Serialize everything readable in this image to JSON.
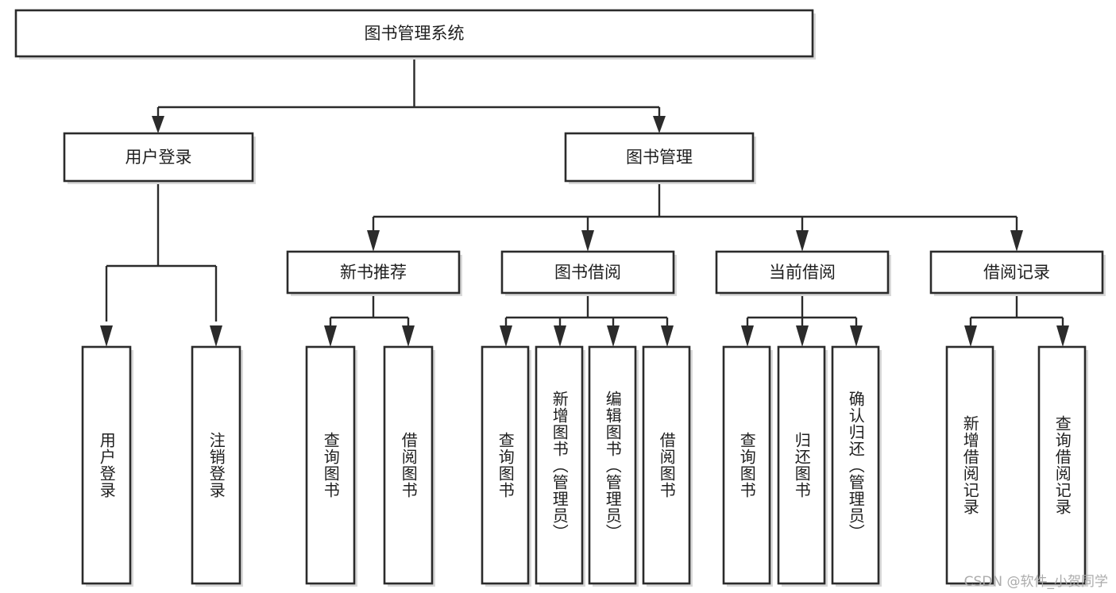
{
  "diagram": {
    "title": "图书管理系统",
    "type": "tree",
    "orientation": "top-down",
    "colors": {
      "box_stroke": "#2b2b2b",
      "box_fill": "#ffffff",
      "connector": "#2b2b2b",
      "text": "#1f1f1f",
      "watermark": "#a8a8a8",
      "background": "#ffffff"
    },
    "root": {
      "label": "图书管理系统"
    },
    "level2": [
      {
        "label": "用户登录"
      },
      {
        "label": "图书管理"
      }
    ],
    "level3": [
      {
        "label": "新书推荐"
      },
      {
        "label": "图书借阅"
      },
      {
        "label": "当前借阅"
      },
      {
        "label": "借阅记录"
      }
    ],
    "leaves": {
      "user_login": [
        {
          "label": "用户登录"
        },
        {
          "label": "注销登录"
        }
      ],
      "new_book_recommend": [
        {
          "label": "查询图书"
        },
        {
          "label": "借阅图书"
        }
      ],
      "book_borrow": [
        {
          "label": "查询图书"
        },
        {
          "label": "新增图书（管理员）"
        },
        {
          "label": "编辑图书（管理员）"
        },
        {
          "label": "借阅图书"
        }
      ],
      "current_borrow": [
        {
          "label": "查询图书"
        },
        {
          "label": "归还图书"
        },
        {
          "label": "确认归还（管理员）"
        }
      ],
      "borrow_record": [
        {
          "label": "新增借阅记录"
        },
        {
          "label": "查询借阅记录"
        }
      ]
    }
  },
  "watermark": {
    "text": "CSDN @软件_小贺同学"
  }
}
